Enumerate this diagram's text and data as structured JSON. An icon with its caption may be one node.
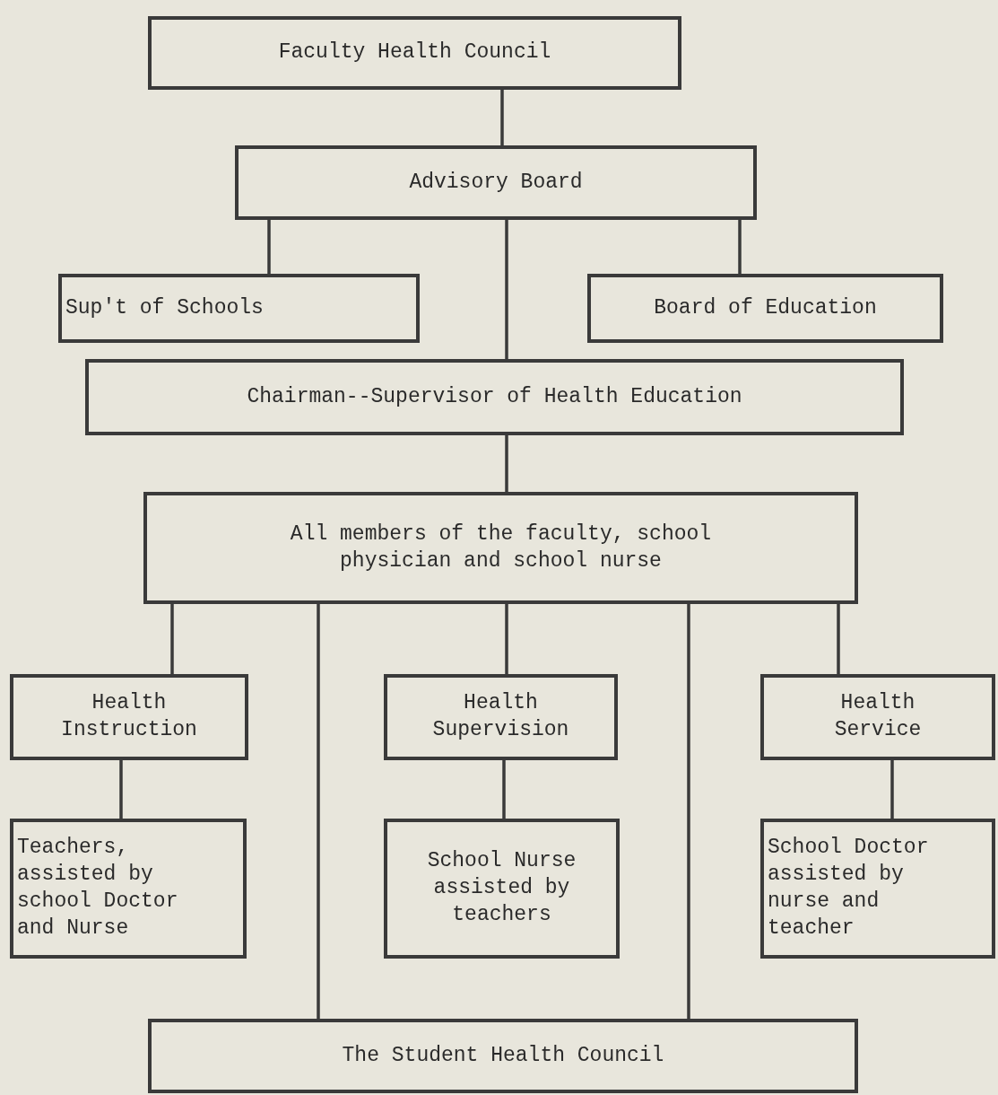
{
  "diagram": {
    "nodes": [
      {
        "text": [
          "Faculty Health Council"
        ]
      },
      {
        "text": [
          "Advisory Board"
        ]
      },
      {
        "text": [
          "Sup't of Schools"
        ]
      },
      {
        "text": [
          "Board of Education"
        ]
      },
      {
        "text": [
          "Chairman--Supervisor of Health Education"
        ]
      },
      {
        "text": [
          "All members of the faculty, school physician and school nurse"
        ]
      },
      {
        "text": [
          "Health Instruction"
        ]
      },
      {
        "text": [
          "Health Supervision"
        ]
      },
      {
        "text": [
          "Health Service"
        ]
      },
      {
        "text": [
          "Teachers, assisted by school Doctor and Nurse"
        ]
      },
      {
        "text": [
          "School Nurse assisted by teachers"
        ]
      },
      {
        "text": [
          "School Doctor assisted by nurse and teacher"
        ]
      },
      {
        "text": [
          "The Student Health Council"
        ]
      }
    ],
    "edges": [
      {
        "from": 0,
        "to": 1,
        "arrow": "none"
      },
      {
        "from": 1,
        "to": 2,
        "arrow": "none"
      },
      {
        "from": 1,
        "to": 3,
        "arrow": "none"
      },
      {
        "from": 1,
        "to": 4,
        "arrow": "none"
      },
      {
        "from": 4,
        "to": 5,
        "arrow": "none"
      },
      {
        "from": 5,
        "to": 6,
        "arrow": "none"
      },
      {
        "from": 5,
        "to": 7,
        "arrow": "none"
      },
      {
        "from": 5,
        "to": 8,
        "arrow": "none"
      },
      {
        "from": 5,
        "to": 12,
        "arrow": "none"
      },
      {
        "from": 5,
        "to": 12,
        "arrow": "none"
      },
      {
        "from": 6,
        "to": 9,
        "arrow": "none"
      },
      {
        "from": 7,
        "to": 10,
        "arrow": "none"
      },
      {
        "from": 8,
        "to": 11,
        "arrow": "none"
      }
    ]
  }
}
